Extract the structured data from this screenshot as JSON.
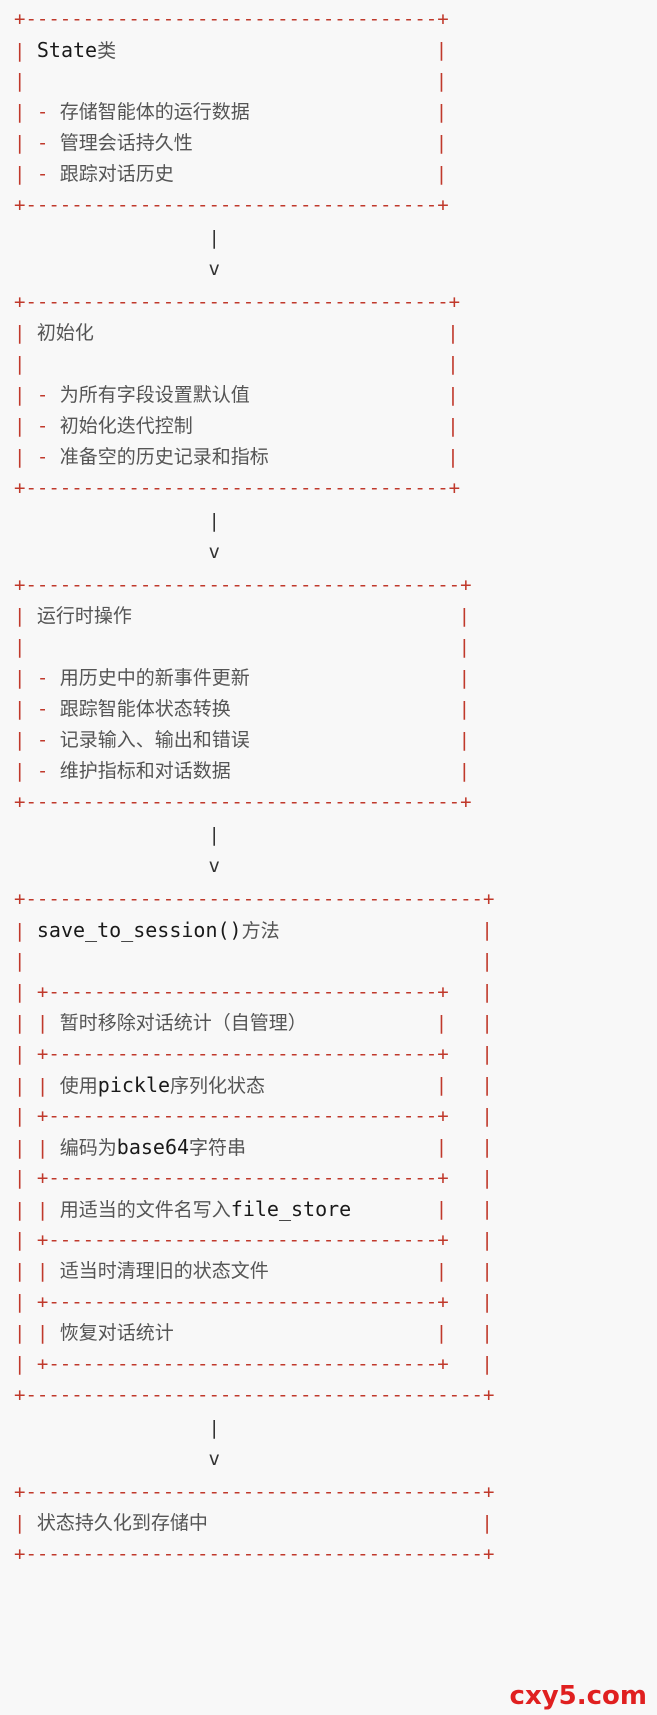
{
  "boxes": [
    {
      "title_code": "State",
      "title_cjk": "类",
      "items": [
        "存储智能体的运行数据",
        "管理会话持久性",
        "跟踪对话历史"
      ]
    },
    {
      "title_code": "",
      "title_cjk": "初始化",
      "items": [
        "为所有字段设置默认值",
        "初始化迭代控制",
        "准备空的历史记录和指标"
      ]
    },
    {
      "title_code": "",
      "title_cjk": "运行时操作",
      "items": [
        "用历史中的新事件更新",
        "跟踪智能体状态转换",
        "记录输入、输出和错误",
        "维护指标和对话数据"
      ]
    },
    {
      "title_code": "save_to_session()",
      "title_cjk": "方法",
      "steps": [
        [
          {
            "t": "cjk",
            "v": "暂时移除对话统计（自管理）"
          }
        ],
        [
          {
            "t": "cjk",
            "v": "使用"
          },
          {
            "t": "code",
            "v": "pickle"
          },
          {
            "t": "cjk",
            "v": "序列化状态"
          }
        ],
        [
          {
            "t": "cjk",
            "v": "编码为"
          },
          {
            "t": "code",
            "v": "base64"
          },
          {
            "t": "cjk",
            "v": "字符串"
          }
        ],
        [
          {
            "t": "cjk",
            "v": "用适当的文件名写入"
          },
          {
            "t": "code",
            "v": "file_store"
          }
        ],
        [
          {
            "t": "cjk",
            "v": "适当时清理旧的状态文件"
          }
        ],
        [
          {
            "t": "cjk",
            "v": "恢复对话统计"
          }
        ]
      ]
    },
    {
      "title_code": "",
      "title_cjk": "状态持久化到存储中",
      "items": []
    }
  ],
  "glyphs": {
    "dash_item": "- ",
    "arrow_stem": "|",
    "arrow_head": "v"
  },
  "watermark": "cxy5.com"
}
